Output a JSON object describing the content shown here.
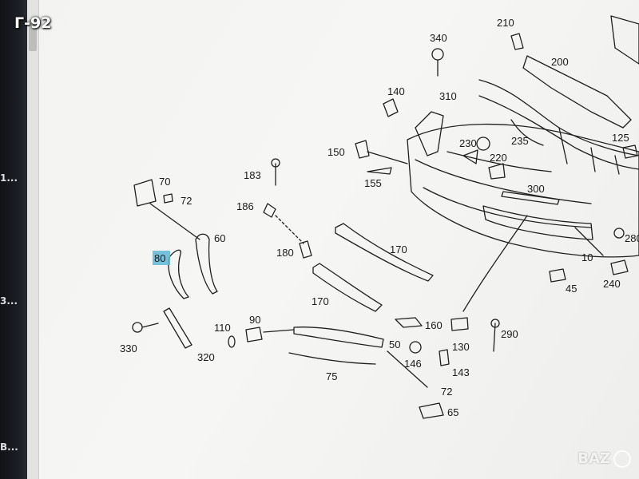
{
  "badge": "Г-92",
  "sidebar_fragments": [
    "1...",
    "3...",
    "В..."
  ],
  "callouts": [
    "340",
    "210",
    "200",
    "140",
    "310",
    "230",
    "235",
    "220",
    "150",
    "155",
    "125",
    "300",
    "183",
    "186",
    "70",
    "72",
    "60",
    "80",
    "180",
    "170",
    "170",
    "280",
    "10",
    "240",
    "45",
    "90",
    "110",
    "320",
    "330",
    "160",
    "130",
    "290",
    "143",
    "146",
    "50",
    "75",
    "72",
    "65"
  ],
  "highlighted_callout": "80",
  "watermark": "BAZ",
  "colors": {
    "line": "#1f1f1f",
    "highlight": "#5fb8d8",
    "paper": "#f4f4f2"
  }
}
